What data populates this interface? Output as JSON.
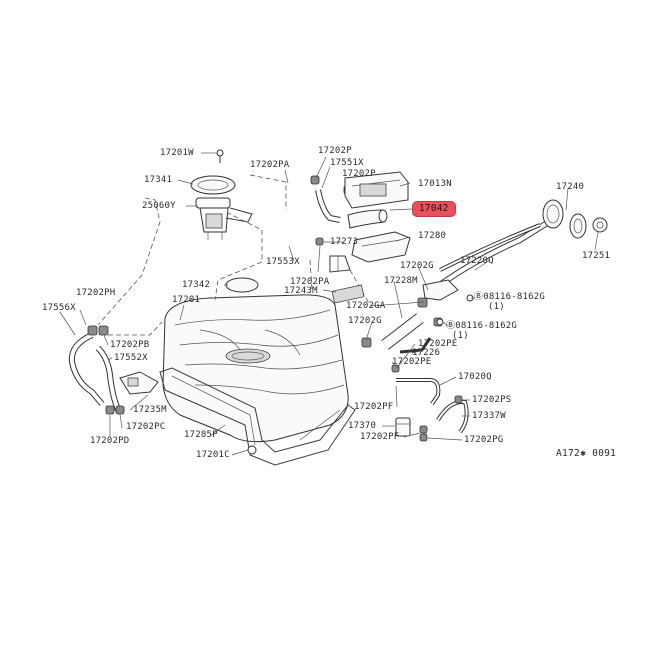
{
  "diagram": {
    "highlight_color": "#e8505b",
    "reference_code": "A172✱ 0091",
    "labels": {
      "l17201W": "17201W",
      "l17341": "17341",
      "l25060Y": "25060Y",
      "l17202PA_top": "17202PA",
      "l17202P_top": "17202P",
      "l17551X": "17551X",
      "l17202P_mid": "17202P",
      "l17013N": "17013N",
      "l17042": "17042",
      "l17280": "17280",
      "l17273": "17273",
      "l17553X": "17553X",
      "l17202PA_mid": "17202PA",
      "l17243M": "17243M",
      "l17342": "17342",
      "l17201": "17201",
      "l17202PH": "17202PH",
      "l17556X": "17556X",
      "l17202PB": "17202PB",
      "l17552X": "17552X",
      "l17235M": "17235M",
      "l17202PC": "17202PC",
      "l17202PD": "17202PD",
      "l17285P": "17285P",
      "l17201C": "17201C",
      "l17240": "17240",
      "l17251": "17251",
      "l17220Q": "17220Q",
      "l17202G": "17202G",
      "l17228M": "17228M",
      "l17202GA": "17202GA",
      "l08116_top": "Ⓑ08116-8162G",
      "l08116_top_q": "(1)",
      "l17202G_mid": "17202G",
      "l08116_mid": "Ⓑ08116-8162G",
      "l08116_mid_q": "(1)",
      "l17202PE_a": "17202PE",
      "l17226": "17226",
      "l17202PE_b": "17202PE",
      "l17020Q": "17020Q",
      "l17202PF_a": "17202PF",
      "l17202PS": "17202PS",
      "l17337W": "17337W",
      "l17370": "17370",
      "l17202PF_b": "17202PF",
      "l17202PG": "17202PG"
    }
  }
}
